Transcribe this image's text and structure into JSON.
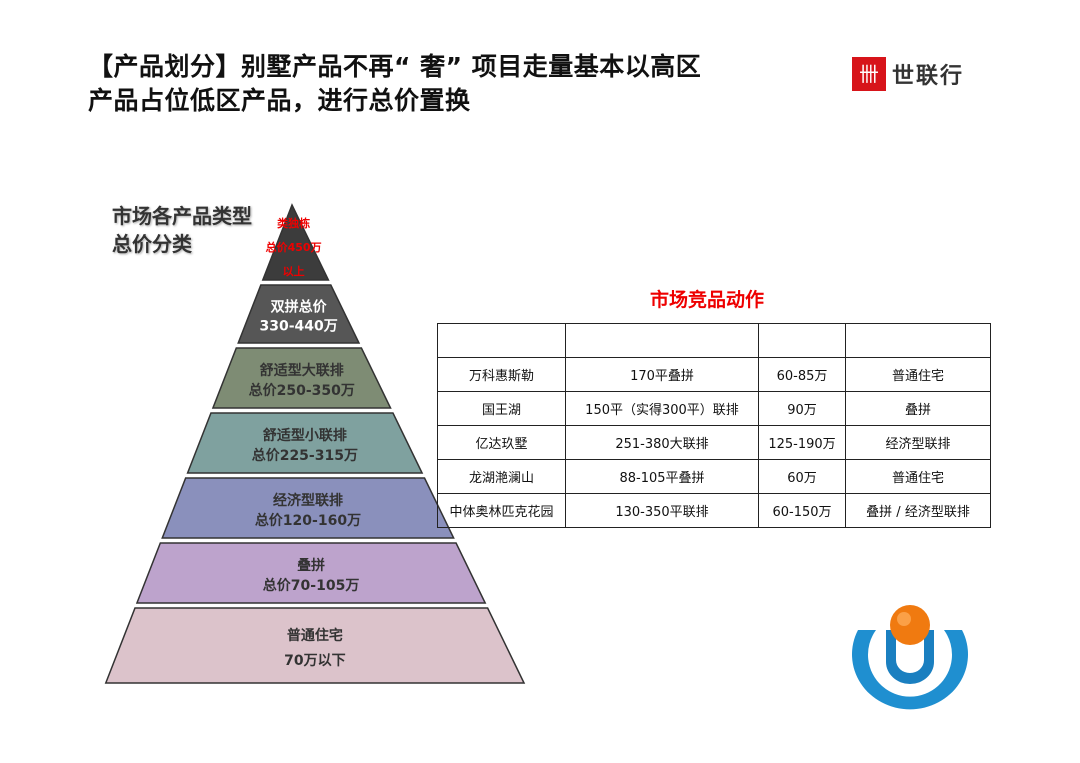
{
  "title": {
    "line1": "【产品划分】别墅产品不再“ 奢” 项目走量基本以高区",
    "line2": "产品占位低区产品，进行总价置换"
  },
  "logo": {
    "mark": "卌",
    "text": "世联行"
  },
  "pyramid": {
    "title_line1": "市场各产品类型",
    "title_line2": "总价分类",
    "tiers": [
      {
        "line1": "类独栋",
        "line2": "总价450万",
        "line3": "以上",
        "color": "#3c3c3c"
      },
      {
        "line1": "双拼总价",
        "line2": "330-440万",
        "color": "#565656"
      },
      {
        "line1": "舒适型大联排",
        "line2": "总价250-350万",
        "color": "#7e8c74"
      },
      {
        "line1": "舒适型小联排",
        "line2": "总价225-315万",
        "color": "#7fa19f"
      },
      {
        "line1": "经济型联排",
        "line2": "总价120-160万",
        "color": "#8a90bc"
      },
      {
        "line1": "叠拼",
        "line2": "总价70-105万",
        "color": "#bda3cc"
      },
      {
        "line1": "普通住宅",
        "line2": "70万以下",
        "color": "#dcc3cb"
      }
    ]
  },
  "table": {
    "title": "市场竞品动作",
    "header": [
      "",
      "",
      "",
      ""
    ],
    "rows": [
      [
        "万科惠斯勒",
        "170平叠拼",
        "60-85万",
        "普通住宅"
      ],
      [
        "国王湖",
        "150平（实得300平）联排",
        "90万",
        "叠拼"
      ],
      [
        "亿达玖墅",
        "251-380大联排",
        "125-190万",
        "经济型联排"
      ],
      [
        "龙湖滟澜山",
        "88-105平叠拼",
        "60万",
        "普通住宅"
      ],
      [
        "中体奥林匹克花园",
        "130-350平联排",
        "60-150万",
        "叠拼 / 经济型联排"
      ]
    ]
  }
}
